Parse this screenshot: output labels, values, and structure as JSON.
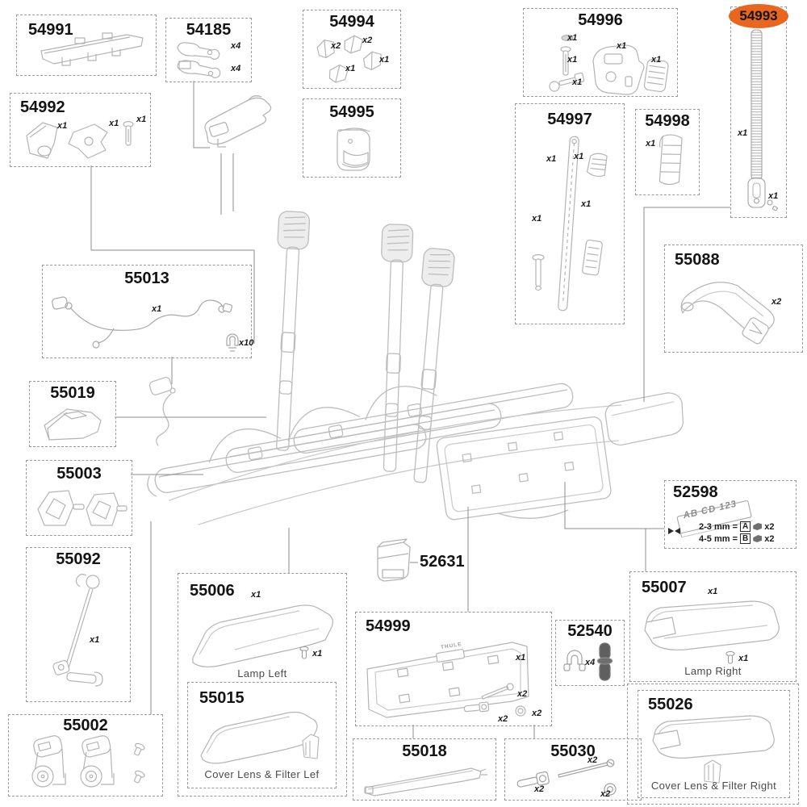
{
  "palette": {
    "highlight_orange": "#E8661F",
    "sketch_gray": "#b4b4b4",
    "box_border_gray": "#9a9a9a",
    "connector_gray": "#8c8c8c",
    "dark_part_gray": "#5f5f5f"
  },
  "selected_part": "54993",
  "parts": {
    "p54991": {
      "number": "54991"
    },
    "p54185": {
      "number": "54185",
      "counts": [
        "x4",
        "x4"
      ]
    },
    "p54992": {
      "number": "54992",
      "counts": [
        "x1",
        "x1",
        "x1"
      ]
    },
    "p54994": {
      "number": "54994",
      "counts": [
        "x2",
        "x2",
        "x1",
        "x1"
      ]
    },
    "p54995": {
      "number": "54995"
    },
    "p54996": {
      "number": "54996",
      "counts": [
        "x1",
        "x1",
        "x1",
        "x1",
        "x1"
      ]
    },
    "p54993": {
      "number": "54993",
      "counts": [
        "x1",
        "x1"
      ],
      "highlighted": true
    },
    "p54997": {
      "number": "54997",
      "counts": [
        "x1",
        "x1",
        "x1",
        "x1"
      ]
    },
    "p54998": {
      "number": "54998",
      "counts": [
        "x1"
      ]
    },
    "p55088": {
      "number": "55088",
      "counts": [
        "x2"
      ]
    },
    "p55013": {
      "number": "55013",
      "counts": [
        "x1",
        "x10"
      ]
    },
    "p55019": {
      "number": "55019"
    },
    "p55003": {
      "number": "55003"
    },
    "p55092": {
      "number": "55092",
      "counts": [
        "x1"
      ]
    },
    "p55002": {
      "number": "55002"
    },
    "p55006": {
      "number": "55006",
      "counts": [
        "x1",
        "x1"
      ],
      "caption": "Lamp Left"
    },
    "p55015": {
      "number": "55015",
      "caption": "Cover Lens & Filter Lef"
    },
    "p54999": {
      "number": "54999",
      "counts": [
        "x1",
        "x2",
        "x2",
        "x2"
      ],
      "plate_logo": "THULE"
    },
    "p55018": {
      "number": "55018"
    },
    "p55030": {
      "number": "55030",
      "counts": [
        "x2",
        "x2",
        "x2"
      ]
    },
    "p52540": {
      "number": "52540",
      "counts": [
        "x4"
      ]
    },
    "p52631": {
      "number": "52631"
    },
    "p55007": {
      "number": "55007",
      "counts": [
        "x1",
        "x1"
      ],
      "caption": "Lamp Right"
    },
    "p55026": {
      "number": "55026",
      "caption": "Cover Lens & Filter Right"
    },
    "p52598": {
      "number": "52598",
      "plate_text": "AB CD 123",
      "rows": [
        {
          "label": "2-3 mm =",
          "letter": "A",
          "count": "x2"
        },
        {
          "label": "4-5 mm =",
          "letter": "B",
          "count": "x2"
        }
      ]
    }
  }
}
